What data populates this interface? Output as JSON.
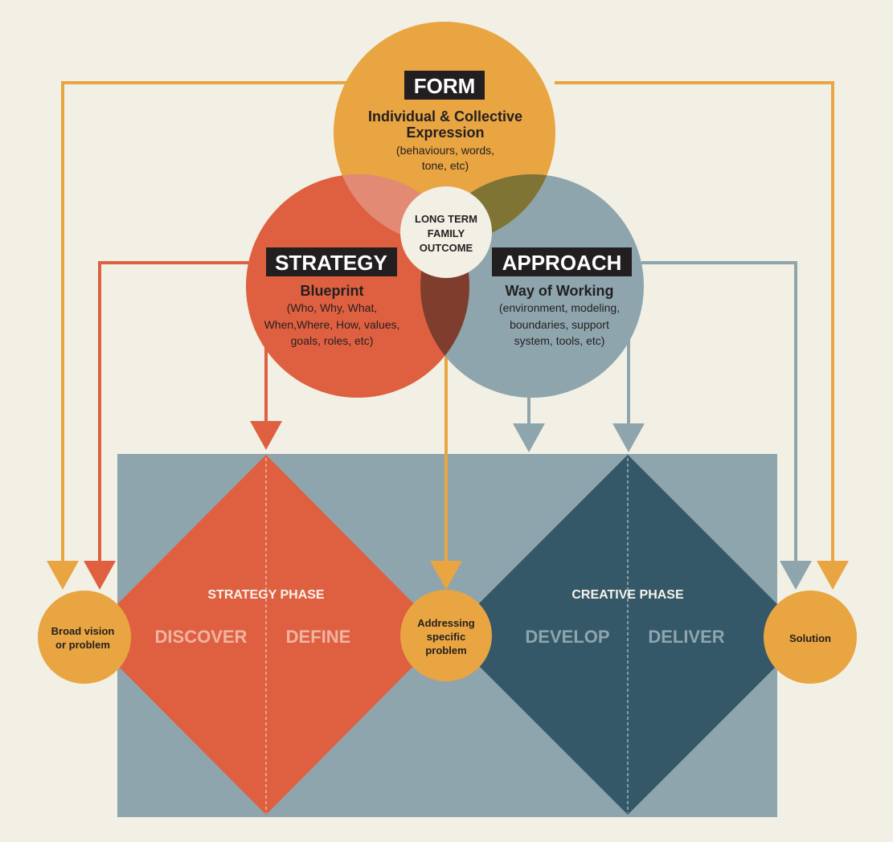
{
  "colors": {
    "background": "#f2f0e5",
    "form": "#e9a541",
    "strategy": "#df6040",
    "approach": "#8ea5ad",
    "creative": "#345868",
    "panel": "#8ea5ad",
    "label_box": "#231f20",
    "form_strategy_overlap": "#e28a74",
    "form_approach_overlap": "#7f7434",
    "strategy_approach_overlap": "#7f3e2d"
  },
  "form": {
    "label": "FORM",
    "line1": "Individual & Collective",
    "line2": "Expression",
    "sub1": "(behaviours, words,",
    "sub2": "tone, etc)"
  },
  "strategy": {
    "label": "STRATEGY",
    "title": "Blueprint",
    "sub1": "(Who, Why, What,",
    "sub2": "When,Where, How, values,",
    "sub3": "goals, roles, etc)"
  },
  "approach": {
    "label": "APPROACH",
    "title": "Way of Working",
    "sub1": "(environment, modeling,",
    "sub2": "boundaries, support",
    "sub3": "system, tools, etc)"
  },
  "center": {
    "line1": "LONG TERM",
    "line2": "FAMILY",
    "line3": "OUTCOME"
  },
  "strategy_phase": {
    "heading": "STRATEGY PHASE",
    "left": "DISCOVER",
    "right": "DEFINE"
  },
  "creative_phase": {
    "heading": "CREATIVE PHASE",
    "left": "DEVELOP",
    "right": "DELIVER"
  },
  "nodes": {
    "start_line1": "Broad vision",
    "start_line2": "or problem",
    "middle_line1": "Addressing",
    "middle_line2": "specific",
    "middle_line3": "problem",
    "end": "Solution"
  }
}
